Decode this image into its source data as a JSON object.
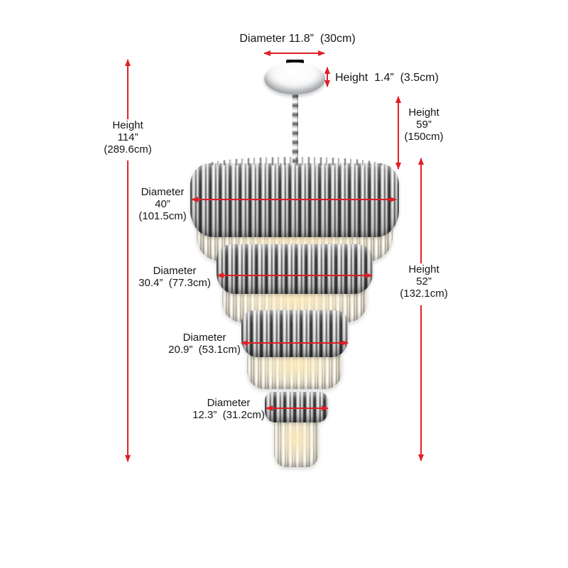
{
  "colors": {
    "annotation_red": "#e01f26",
    "text": "#161616"
  },
  "labels": {
    "canopy_diameter": "Diameter 11.8”  (30cm)",
    "canopy_height": "Height  1.4”  (3.5cm)",
    "total_height": {
      "l1": "Height",
      "l2": "114”",
      "l3": "(289.6cm)"
    },
    "hanging_height": {
      "l1": "Height",
      "l2": "59”",
      "l3": "(150cm)"
    },
    "body_height": {
      "l1": "Height",
      "l2": "52”",
      "l3": "(132.1cm)"
    },
    "tier1_diameter": {
      "l1": "Diameter",
      "l2": "40”",
      "l3": "(101.5cm)"
    },
    "tier2_diameter": {
      "l1": "Diameter",
      "l2": "30.4”  (77.3cm)"
    },
    "tier3_diameter": {
      "l1": "Diameter",
      "l2": "20.9”  (53.1cm)"
    },
    "tier4_diameter": {
      "l1": "Diameter",
      "l2": "12.3”  (31.2cm)"
    }
  }
}
